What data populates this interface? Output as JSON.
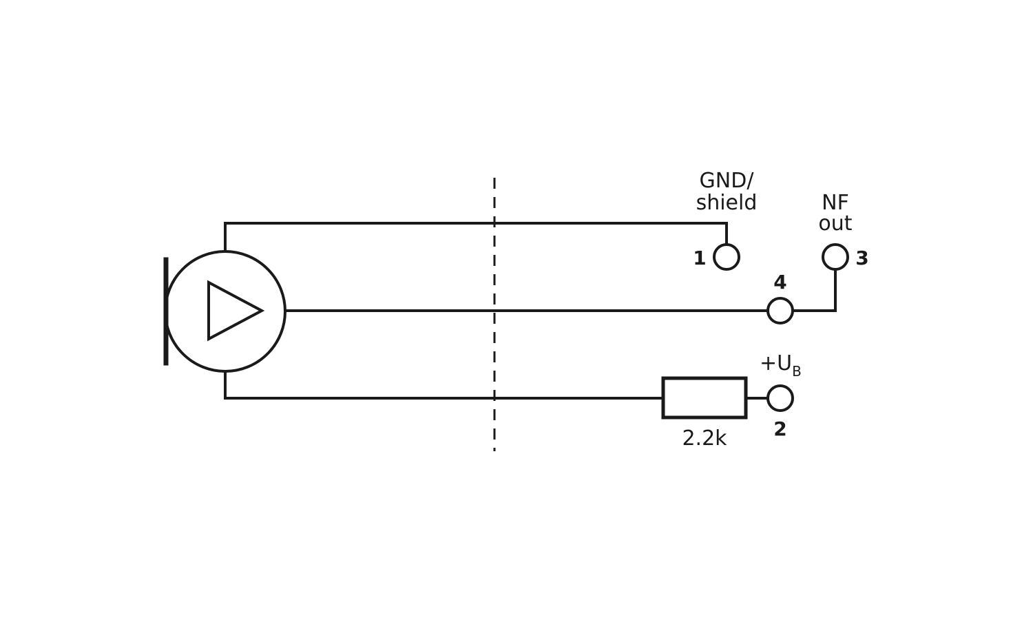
{
  "labels": {
    "gnd_line1": "GND/",
    "gnd_line2": "shield",
    "nf_line1": "NF",
    "nf_line2": "out",
    "supply_main": "+U",
    "supply_sub": "B",
    "resistor_value": "2.2k"
  },
  "pins": {
    "pin1": "1",
    "pin2": "2",
    "pin3": "3",
    "pin4": "4"
  },
  "colors": {
    "line": "#1a1a1a",
    "background": "#ffffff"
  }
}
